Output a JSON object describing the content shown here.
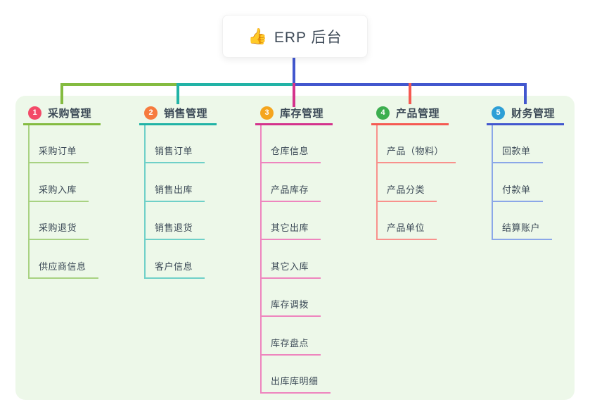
{
  "root": {
    "icon": "thumbs-up-icon",
    "icon_char": "👍",
    "label": "ERP 后台"
  },
  "colors": {
    "background": "#ffffff",
    "panel_background": "#edf8e9",
    "text": "#3c4a57",
    "root_connector": "#4257ce"
  },
  "branches": [
    {
      "num": "1",
      "label": "采购管理",
      "badge_color": "#f34a68",
      "line_color": "#84bb40",
      "child_line_color": "#a8d282",
      "children": [
        "采购订单",
        "采购入库",
        "采购退货",
        "供应商信息"
      ]
    },
    {
      "num": "2",
      "label": "销售管理",
      "badge_color": "#f67b3e",
      "line_color": "#21b3a6",
      "child_line_color": "#6fd0c8",
      "children": [
        "销售订单",
        "销售出库",
        "销售退货",
        "客户信息"
      ]
    },
    {
      "num": "3",
      "label": "库存管理",
      "badge_color": "#f5a51d",
      "line_color": "#d4338c",
      "child_line_color": "#ee85be",
      "children": [
        "仓库信息",
        "产品库存",
        "其它出库",
        "其它入库",
        "库存调拨",
        "库存盘点",
        "出库库明细"
      ]
    },
    {
      "num": "4",
      "label": "产品管理",
      "badge_color": "#3cae4f",
      "line_color": "#f55a52",
      "child_line_color": "#f8918c",
      "children": [
        "产品（物料）",
        "产品分类",
        "产品单位"
      ]
    },
    {
      "num": "5",
      "label": "财务管理",
      "badge_color": "#2d9fd6",
      "line_color": "#4257ce",
      "child_line_color": "#8ba7e8",
      "children": [
        "回款单",
        "付款单",
        "结算账户"
      ]
    }
  ]
}
